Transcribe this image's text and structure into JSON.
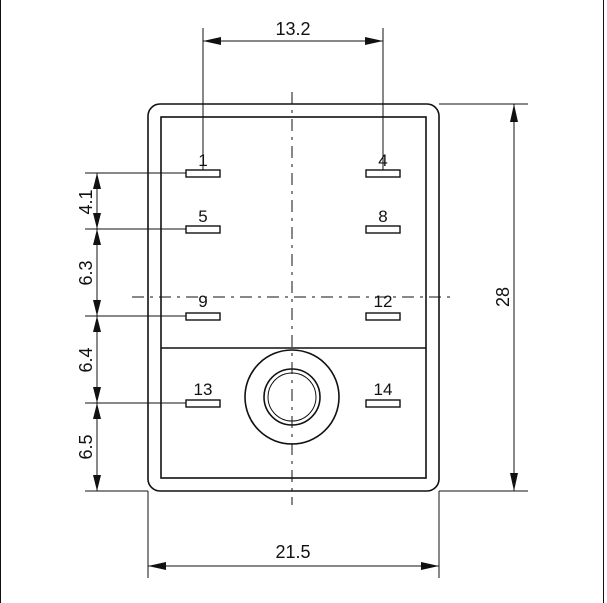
{
  "dimensions": {
    "top_width": "13.2",
    "bottom_width": "21.5",
    "right_height": "28",
    "left_1": "4.1",
    "left_2": "6.3",
    "left_3": "6.4",
    "left_4": "6.5"
  },
  "pins": {
    "p1": "1",
    "p4": "4",
    "p5": "5",
    "p8": "8",
    "p9": "9",
    "p12": "12",
    "p13": "13",
    "p14": "14"
  }
}
